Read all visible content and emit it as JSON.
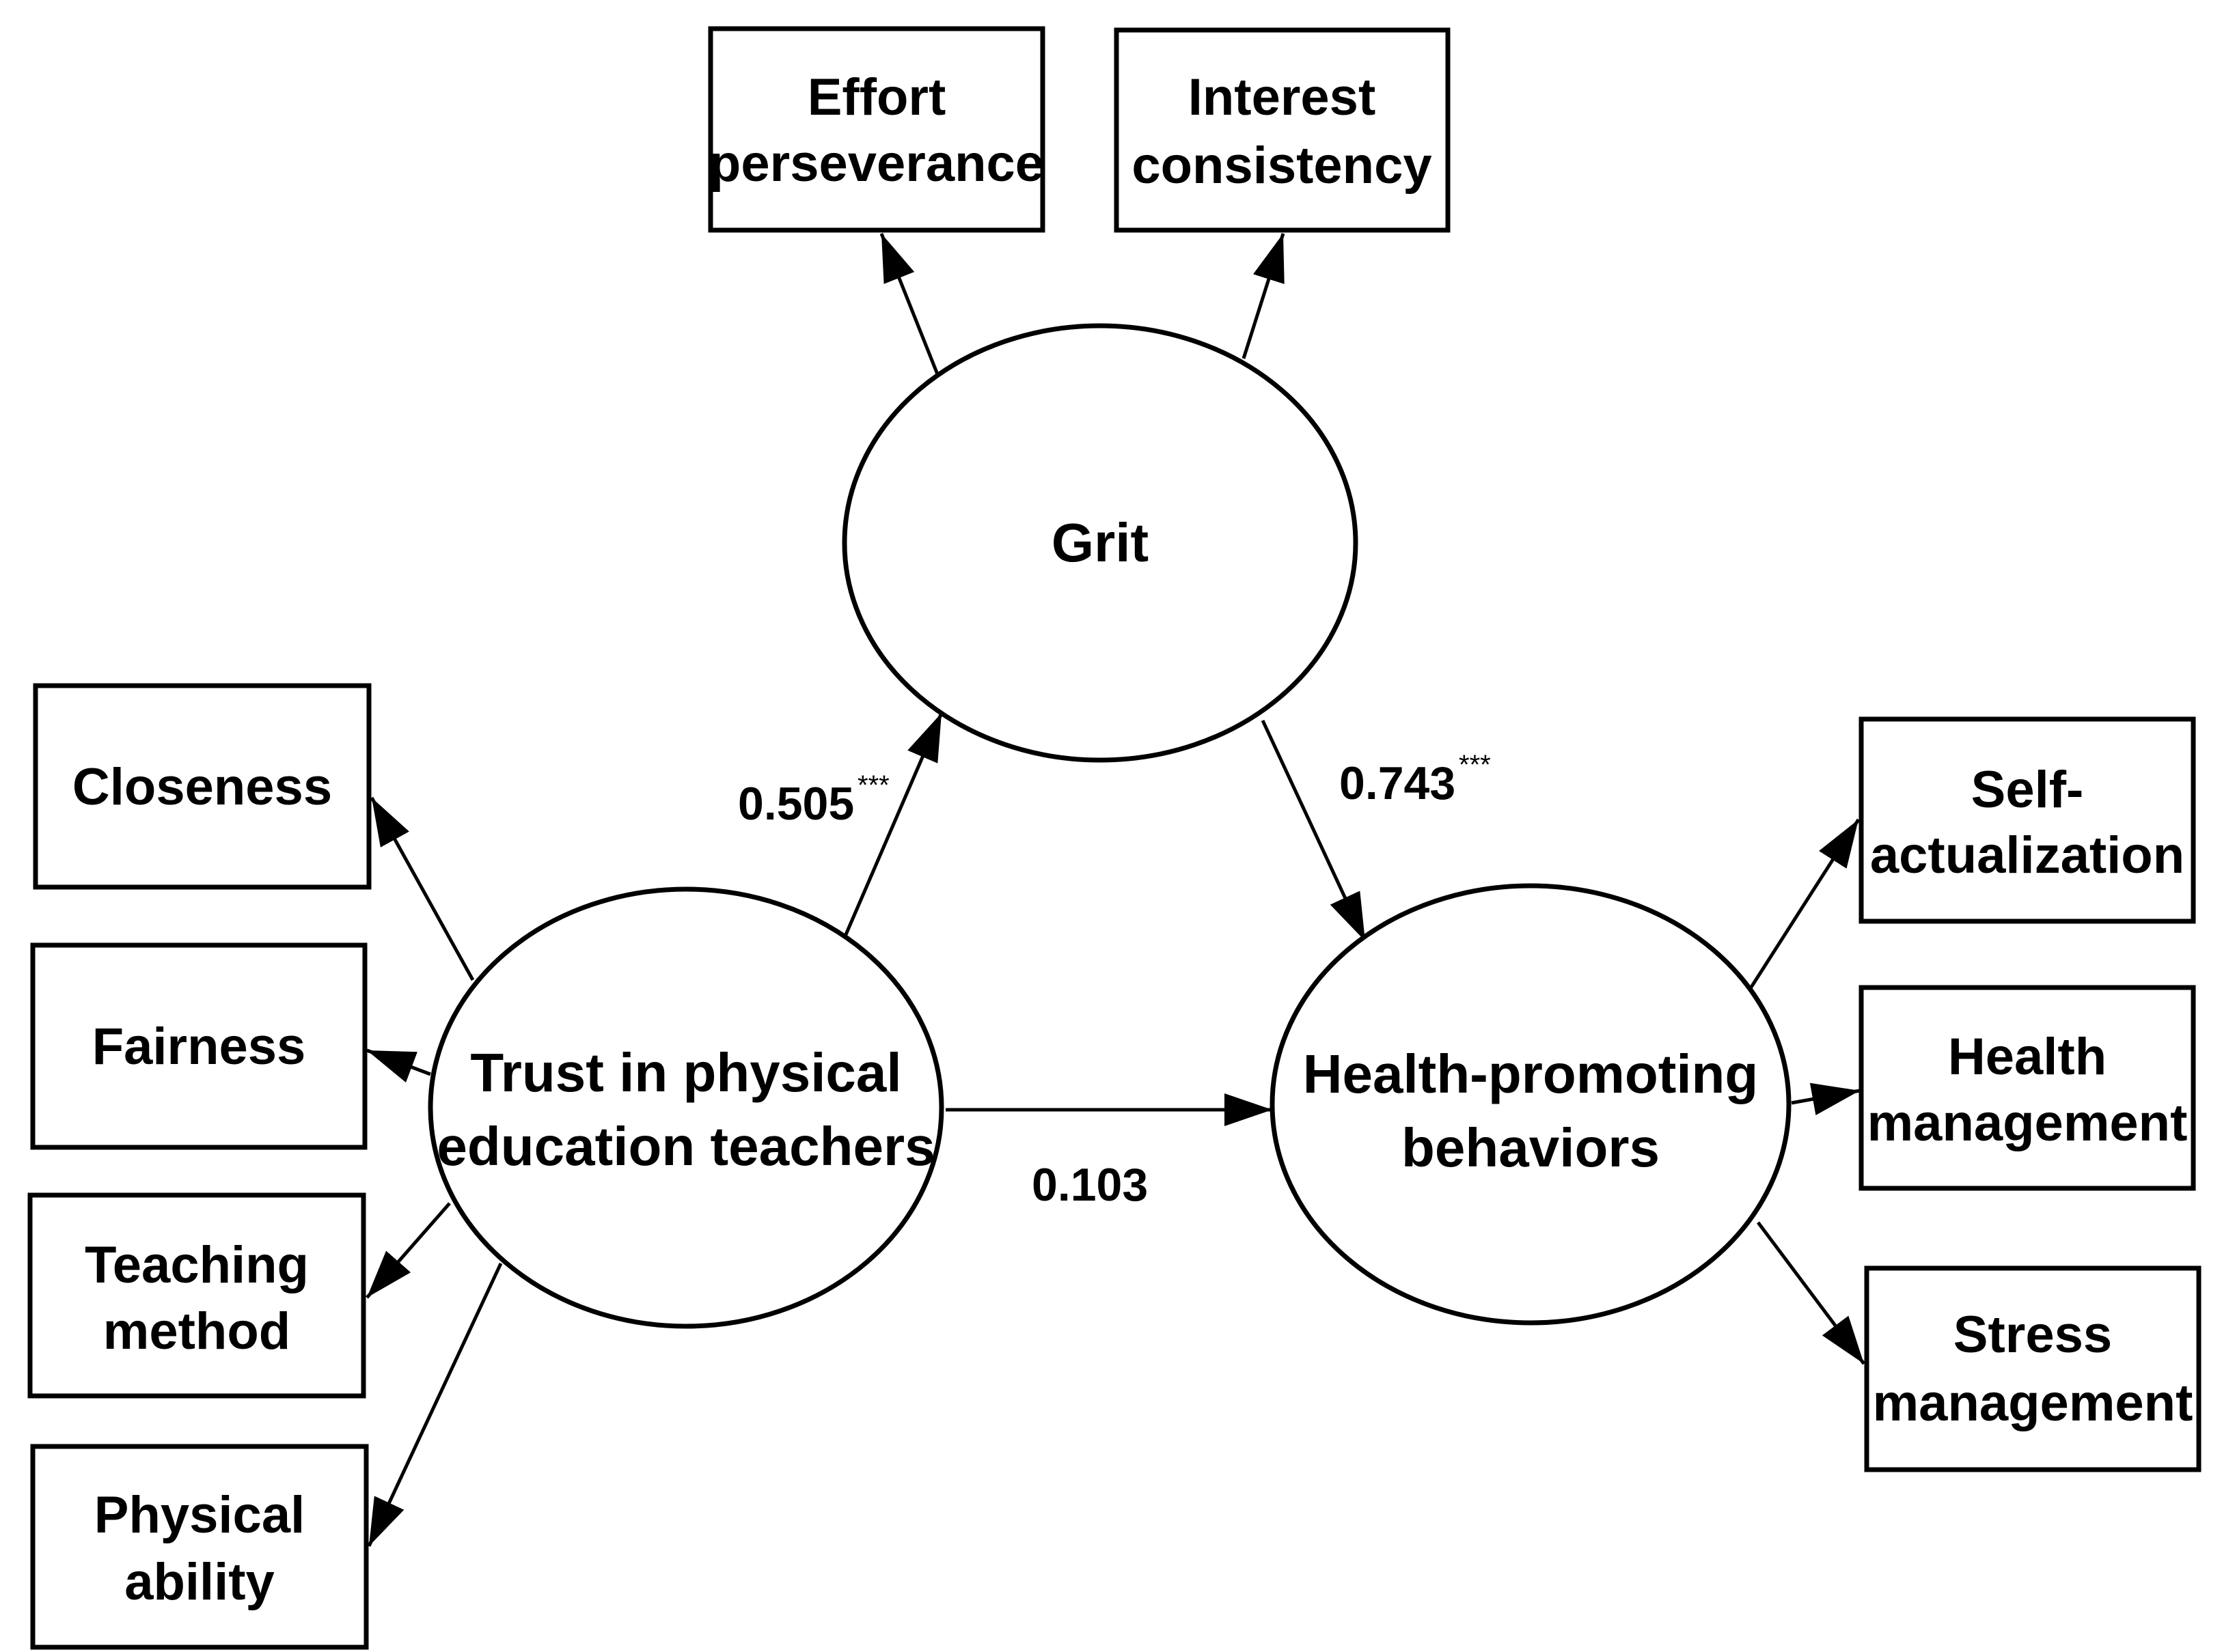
{
  "latent": {
    "grit": "Grit",
    "trust": [
      "Trust in physical",
      "education teachers"
    ],
    "health": [
      "Health-promoting",
      "behaviors"
    ]
  },
  "indicators": {
    "effort": [
      "Effort",
      "perseverance"
    ],
    "interest": [
      "Interest",
      "consistency"
    ],
    "closeness": [
      "Closeness"
    ],
    "fairness": [
      "Fairness"
    ],
    "teaching": [
      "Teaching",
      "method"
    ],
    "physical": [
      "Physical",
      "ability"
    ],
    "self": [
      "Self-",
      "actualization"
    ],
    "healthmgmt": [
      "Health",
      "management"
    ],
    "stress": [
      "Stress",
      "management"
    ]
  },
  "paths": {
    "trust_grit": {
      "value": "0.505",
      "sig": "***"
    },
    "grit_health": {
      "value": "0.743",
      "sig": "***"
    },
    "trust_health": {
      "value": "0.103",
      "sig": ""
    }
  }
}
